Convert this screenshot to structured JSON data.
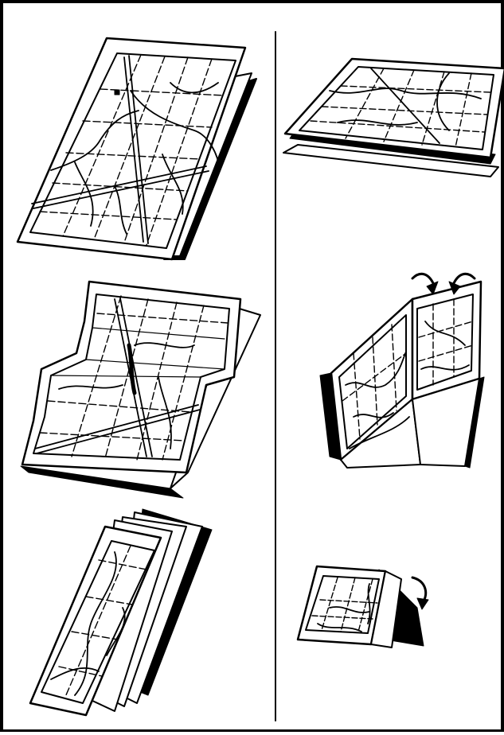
{
  "figure": {
    "kind": "line-art illustration",
    "panels": [
      {
        "id": "flat-map",
        "column": "left",
        "row": 1,
        "state": "unfolded"
      },
      {
        "id": "accordion-folds",
        "column": "left",
        "row": 2,
        "state": "pleated"
      },
      {
        "id": "folded-strip",
        "column": "left",
        "row": 3,
        "state": "folded strip"
      },
      {
        "id": "flat-map-sheet",
        "column": "right",
        "row": 1,
        "state": "folded in half"
      },
      {
        "id": "u-fold",
        "column": "right",
        "row": 2,
        "state": "sides folded inward",
        "arrows": 2
      },
      {
        "id": "final-fold",
        "column": "right",
        "row": 3,
        "state": "final fold",
        "arrows": 1
      }
    ],
    "colors": {
      "ink": "#000000",
      "paper": "#ffffff"
    }
  }
}
